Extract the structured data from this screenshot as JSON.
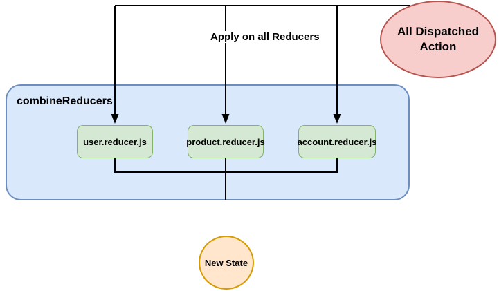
{
  "diagram": {
    "apply_label": "Apply on all Reducers",
    "dispatched_action_label": "All Dispatched Action",
    "combine_reducers_label": "combineReducers",
    "reducers": [
      {
        "label": "user.reducer.js"
      },
      {
        "label": "product.reducer.js"
      },
      {
        "label": "account.reducer.js"
      }
    ],
    "new_state_label": "New State"
  },
  "colors": {
    "container_fill": "#dae8fc",
    "container_stroke": "#6c8ebf",
    "reducer_fill": "#d5e8d4",
    "reducer_stroke": "#82b366",
    "action_fill": "#f8cecc",
    "action_stroke": "#b85450",
    "state_fill": "#ffe6cc",
    "state_stroke": "#d79b00",
    "connector": "#000000",
    "background": "#ffffff"
  }
}
